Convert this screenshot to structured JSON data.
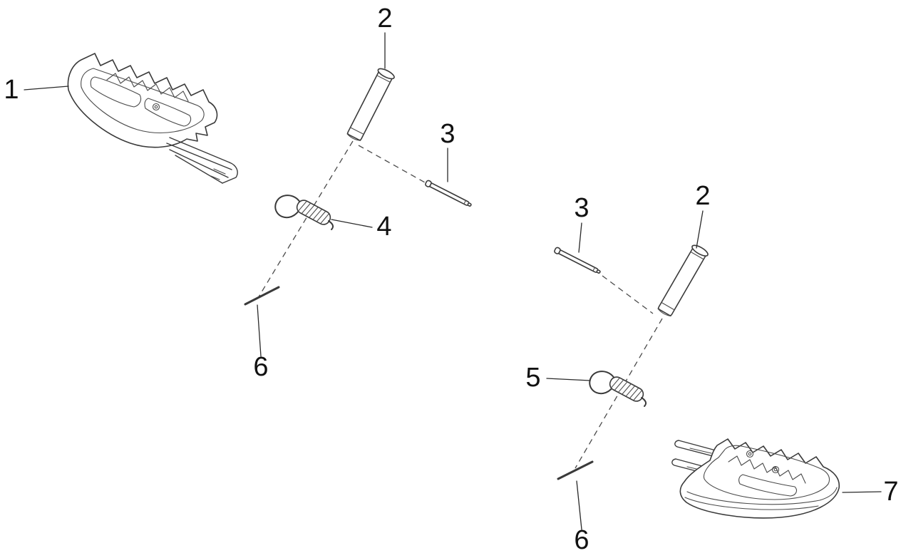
{
  "page": {
    "background_color": "#ffffff",
    "line_color": "#3a3a3a",
    "text_color": "#111111",
    "kind": "exploded parts diagram"
  },
  "callouts": [
    {
      "number": "1"
    },
    {
      "number": "2"
    },
    {
      "number": "3"
    },
    {
      "number": "4"
    },
    {
      "number": "6"
    },
    {
      "number": "3"
    },
    {
      "number": "2"
    },
    {
      "number": "5"
    },
    {
      "number": "6"
    },
    {
      "number": "7"
    }
  ]
}
